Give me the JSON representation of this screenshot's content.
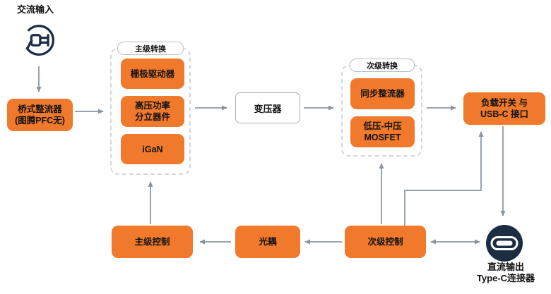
{
  "colors": {
    "node_orange": "#F0792B",
    "icon_navy": "#1C2D42",
    "connector_gray": "#9AA4AD",
    "arrowhead_gray": "#8B95A0"
  },
  "ac_input": {
    "label": "交流输入",
    "icon": "power-plug-circle-icon"
  },
  "bridge_rectifier": {
    "line1": "桥式整流器",
    "line2": "(图腾PFC无)"
  },
  "primary_conversion": {
    "group_label": "主级转换",
    "gate_driver": "栅极驱动器",
    "hv_discrete_line1": "高压功率",
    "hv_discrete_line2": "分立器件",
    "igan": "iGaN"
  },
  "transformer": {
    "label": "变压器"
  },
  "secondary_conversion": {
    "group_label": "次级转换",
    "sync_rectifier": "同步整流器",
    "mosfet_line1": "低压-中压",
    "mosfet_line2": "MOSFET"
  },
  "load_switch": {
    "line1": "负载开关 与",
    "line2": "USB-C 接口"
  },
  "primary_control": {
    "label": "主级控制"
  },
  "optocoupler": {
    "label": "光耦"
  },
  "secondary_control": {
    "label": "次级控制"
  },
  "dc_output": {
    "line1": "直流输出",
    "line2": "Type-C连接器",
    "icon": "usb-c-connector-icon"
  }
}
